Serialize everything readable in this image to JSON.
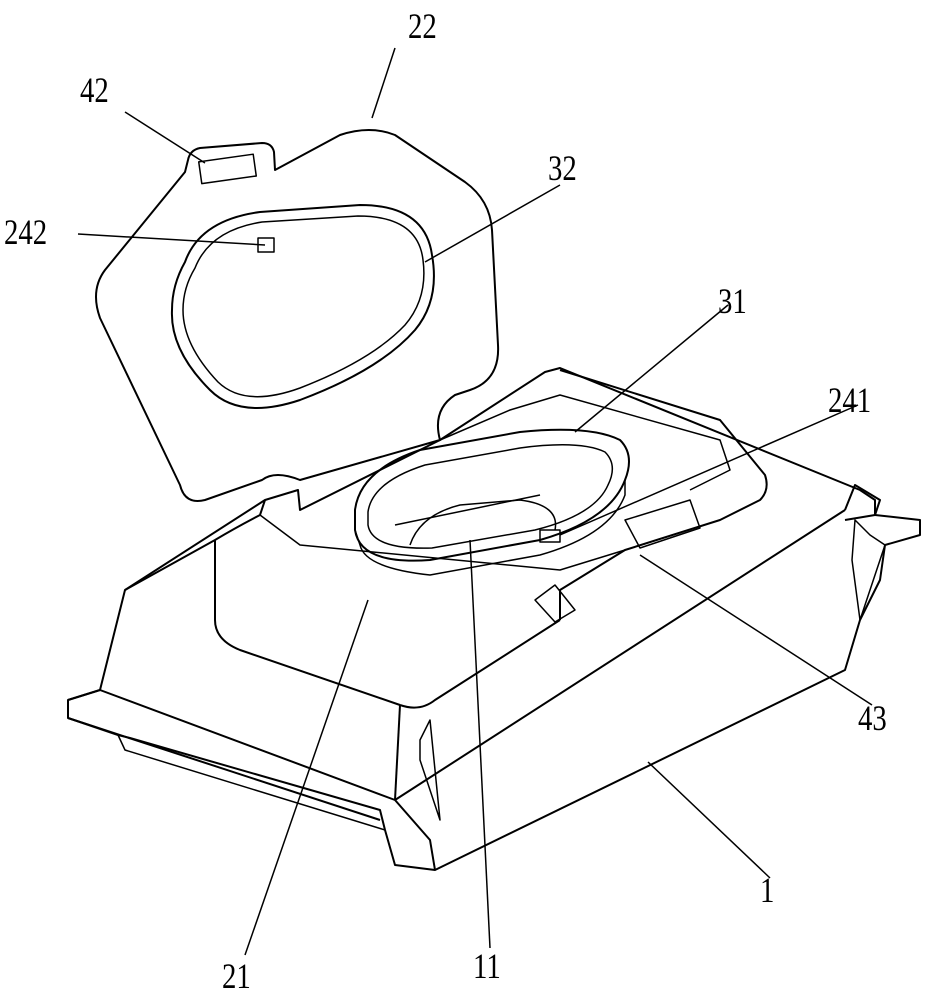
{
  "figure": {
    "labels": {
      "l22": "22",
      "l42": "42",
      "l32": "32",
      "l242": "242",
      "l31": "31",
      "l241": "241",
      "l43": "43",
      "l1": "1",
      "l21": "21",
      "l11": "11"
    }
  }
}
